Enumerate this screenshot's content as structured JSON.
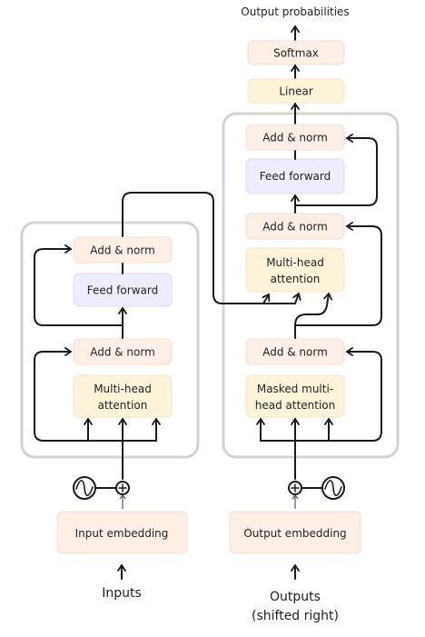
{
  "diagram": {
    "output_probabilities": "Output probabilities",
    "softmax": "Softmax",
    "linear": "Linear",
    "encoder": {
      "add_norm_top": "Add & norm",
      "feed_forward": "Feed forward",
      "add_norm_bottom": "Add & norm",
      "attention_line1": "Multi-head",
      "attention_line2": "attention",
      "input_embedding": "Input embedding",
      "inputs": "Inputs"
    },
    "decoder": {
      "add_norm_top": "Add & norm",
      "feed_forward": "Feed forward",
      "add_norm_middle": "Add & norm",
      "cross_attention_line1": "Multi-head",
      "cross_attention_line2": "attention",
      "add_norm_bottom": "Add & norm",
      "masked_attention_line1": "Masked multi-",
      "masked_attention_line2": "head attention",
      "output_embedding": "Output embedding",
      "outputs_line1": "Outputs",
      "outputs_line2": "(shifted right)"
    }
  },
  "colors": {
    "add_norm_fill": "#fdeee6",
    "feed_forward_fill": "#eeedfd",
    "attention_fill": "#fdf3d9",
    "linear_fill": "#fdf3d9",
    "embedding_fill": "#fdeee6",
    "stack_border": "#d2d2d2",
    "wire": "#1a1a1a"
  },
  "icons": [
    "positional-encoding-sine-icon",
    "add-circle-icon",
    "arrow-up-icon"
  ]
}
